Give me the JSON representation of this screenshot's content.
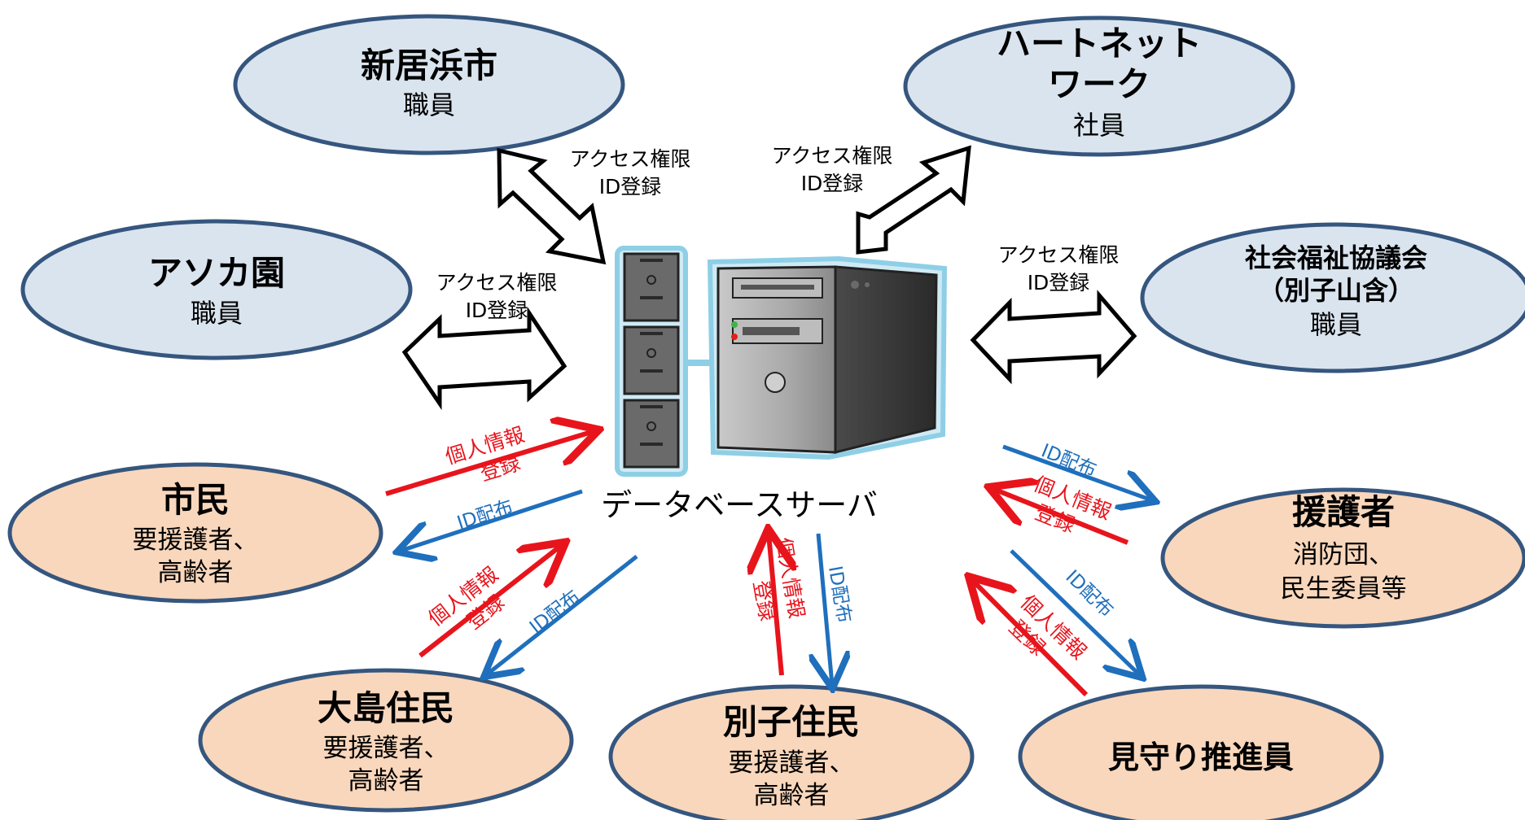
{
  "colors": {
    "staff_fill": "#dae4ef",
    "resident_fill": "#f9d7bc",
    "ellipse_stroke": "#35567e",
    "red_arrow": "#e8141c",
    "blue_arrow": "#1f6fbd",
    "server_outline": "#8ecfe6"
  },
  "server": {
    "label": "データベースサーバ"
  },
  "nodes": {
    "niihama": {
      "title": "新居浜市",
      "sub": "職員"
    },
    "heartnet": {
      "title_line1": "ハートネット",
      "title_line2": "ワーク",
      "sub": "社員"
    },
    "asokaen": {
      "title": "アソカ園",
      "sub": "職員"
    },
    "shakyo": {
      "title_line1": "社会福祉協議会",
      "title_line2": "（別子山含）",
      "sub": "職員"
    },
    "shimin": {
      "title": "市民",
      "sub_line1": "要援護者、",
      "sub_line2": "高齢者"
    },
    "engosha": {
      "title": "援護者",
      "sub_line1": "消防団、",
      "sub_line2": "民生委員等"
    },
    "oshima": {
      "title": "大島住民",
      "sub_line1": "要援護者、",
      "sub_line2": "高齢者"
    },
    "besshi": {
      "title": "別子住民",
      "sub_line1": "要援護者、",
      "sub_line2": "高齢者"
    },
    "mimamori": {
      "title": "見守り推進員"
    }
  },
  "access_labels": {
    "niihama": {
      "line1": "アクセス権限",
      "line2": "ID登録"
    },
    "heartnet": {
      "line1": "アクセス権限",
      "line2": "ID登録"
    },
    "asokaen": {
      "line1": "アクセス権限",
      "line2": "ID登録"
    },
    "shakyo": {
      "line1": "アクセス権限",
      "line2": "ID登録"
    }
  },
  "flow_labels": {
    "shimin_personal_1": "個人情報",
    "shimin_personal_2": "登録",
    "shimin_id": "ID配布",
    "oshima_personal_1": "個人情報",
    "oshima_personal_2": "登録",
    "oshima_id": "ID配布",
    "besshi_personal_1": "個人情報",
    "besshi_personal_2": "登録",
    "besshi_id": "ID配布",
    "engosha_id": "ID配布",
    "engosha_personal_1": "個人情報",
    "engosha_personal_2": "登録",
    "mimamori_id": "ID配布",
    "mimamori_personal_1": "個人情報",
    "mimamori_personal_2": "登録"
  }
}
